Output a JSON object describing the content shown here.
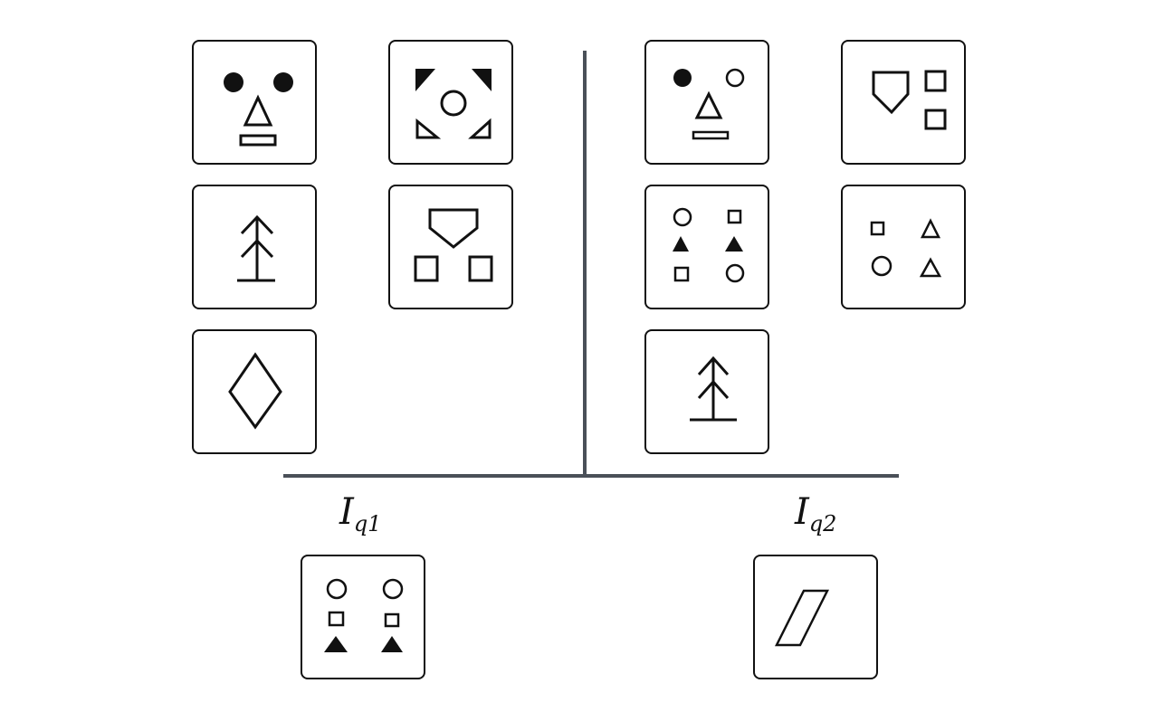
{
  "query_labels": {
    "q1": {
      "main": "I",
      "sub": "q1"
    },
    "q2": {
      "main": "I",
      "sub": "q2"
    }
  },
  "colors": {
    "divider": "#4a5058",
    "ink": "#111111"
  }
}
